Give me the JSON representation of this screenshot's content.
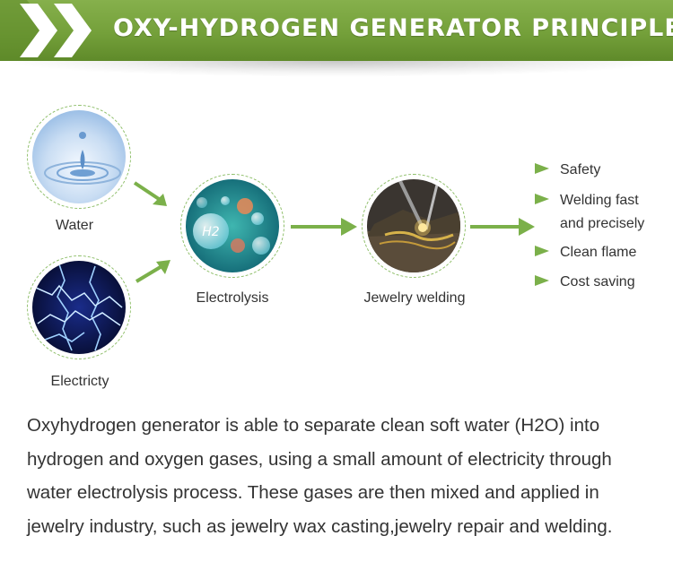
{
  "header": {
    "title": "OXY-HYDROGEN GENERATOR PRINCIPLE"
  },
  "nodes": {
    "water": {
      "label": "Water"
    },
    "electricity": {
      "label": "Electricty"
    },
    "electrolysis": {
      "label": "Electrolysis"
    },
    "welding": {
      "label": "Jewelry welding"
    }
  },
  "features": [
    {
      "line1": "Safety",
      "line2": ""
    },
    {
      "line1": "Welding fast",
      "line2": "and precisely"
    },
    {
      "line1": "Clean flame",
      "line2": ""
    },
    {
      "line1": "Cost saving",
      "line2": ""
    }
  ],
  "h2_badge": "H2",
  "description": "Oxyhydrogen generator is able to separate clean soft water (H2O) into hydrogen and oxygen gases, using a small amount of electricity through water electrolysis process. These gases are then mixed and applied in jewelry industry, such as jewelry wax casting,jewelry repair and welding.",
  "colors": {
    "accent_green": "#7aa640",
    "arrow_green": "#7bb04a",
    "ring_green": "#8fbf6a",
    "text": "#333333"
  }
}
